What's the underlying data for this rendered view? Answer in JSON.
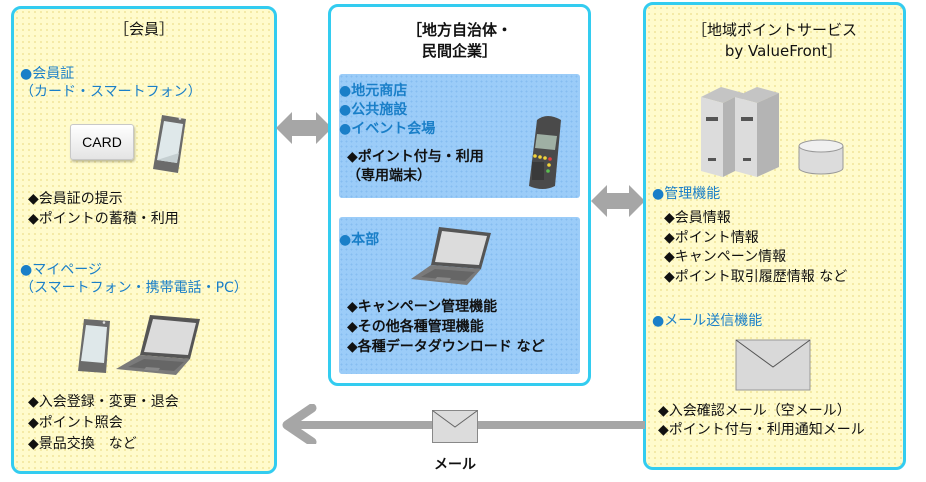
{
  "members": {
    "title": "［会員］",
    "card_section": {
      "heading": "●会員証",
      "subheading": "（カード・スマートフォン）",
      "card_label": "CARD",
      "items": [
        "◆会員証の提示",
        "◆ポイントの蓄積・利用"
      ]
    },
    "mypage_section": {
      "heading": "●マイページ",
      "subheading": "（スマートフォン・携帯電話・PC）",
      "items": [
        "◆入会登録・変更・退会",
        "◆ポイント照会",
        "◆景品交換　など"
      ]
    }
  },
  "municipal": {
    "title_line1": "［地方自治体・",
    "title_line2": "民間企業］",
    "stores_box": {
      "headings": [
        "●地元商店",
        "●公共施設",
        "●イベント会場"
      ],
      "items": [
        "◆ポイント付与・利用",
        "（専用端末）"
      ]
    },
    "hq_box": {
      "heading": "●本部",
      "items": [
        "◆キャンペーン管理機能",
        "◆その他各種管理機能",
        "◆各種データダウンロード など"
      ]
    }
  },
  "service": {
    "title_line1": "［地域ポイントサービス",
    "title_line2": "by ValueFront］",
    "management": {
      "heading": "●管理機能",
      "items": [
        "◆会員情報",
        "◆ポイント情報",
        "◆キャンペーン情報",
        "◆ポイント取引履歴情報 など"
      ]
    },
    "mail": {
      "heading": "●メール送信機能",
      "items": [
        "◆入会確認メール（空メール）",
        "◆ポイント付与・利用通知メール"
      ]
    }
  },
  "connectors": {
    "mail_arrow_label": "メール"
  },
  "colors": {
    "panel_border": "#33ccf0",
    "yellow_fill": "#fffbcc",
    "blue_fill": "#9bccf8",
    "heading_blue": "#1a7fc8",
    "arrow_gray": "#a6a6a6"
  }
}
